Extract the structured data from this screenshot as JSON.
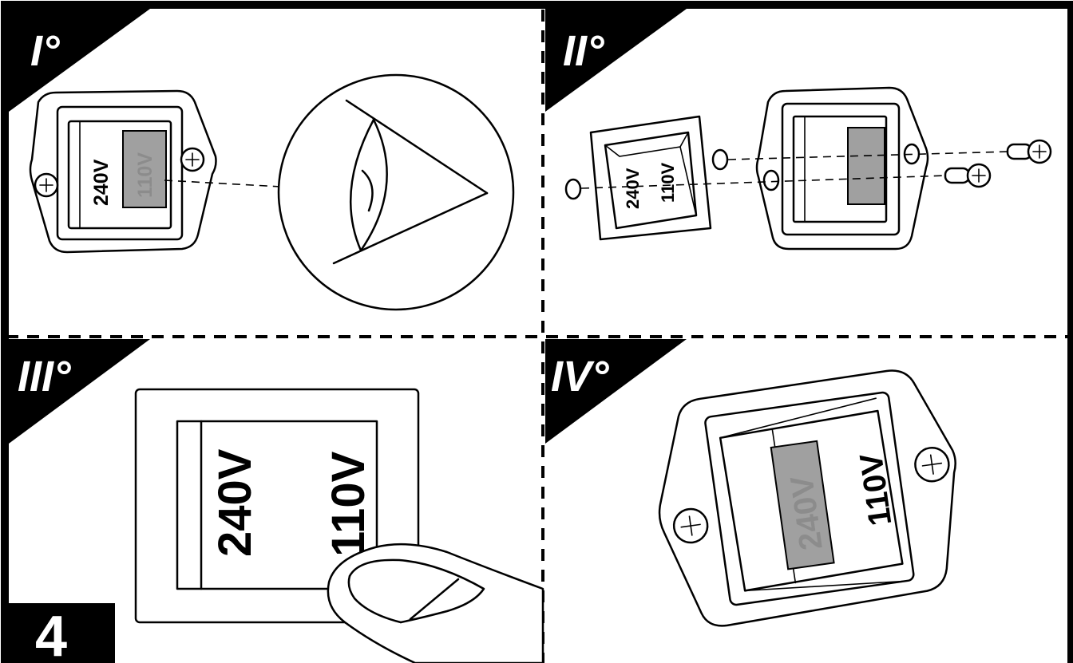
{
  "panels": [
    {
      "id": "I",
      "step_label": "I°"
    },
    {
      "id": "II",
      "step_label": "II°"
    },
    {
      "id": "III",
      "step_label": "III°"
    },
    {
      "id": "IV",
      "step_label": "IV°"
    }
  ],
  "voltage_labels": {
    "high": "240V",
    "low": "110V"
  },
  "figure_number": "4",
  "colors": {
    "ink": "#000000",
    "indicator_grey": "#a0a0a0",
    "label_grey": "#8c8c8c",
    "paper": "#ffffff"
  }
}
